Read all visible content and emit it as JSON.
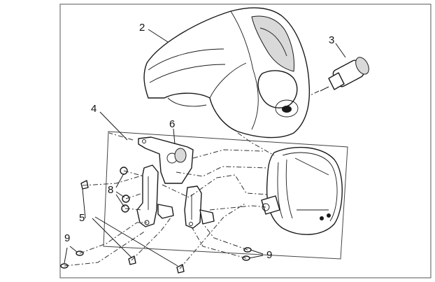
{
  "diagram": {
    "callouts": {
      "c2": "2",
      "c3": "3",
      "c4": "4",
      "c5": "5",
      "c6": "6",
      "c8": "8",
      "c9_left": "9",
      "c9_right": "9"
    }
  }
}
